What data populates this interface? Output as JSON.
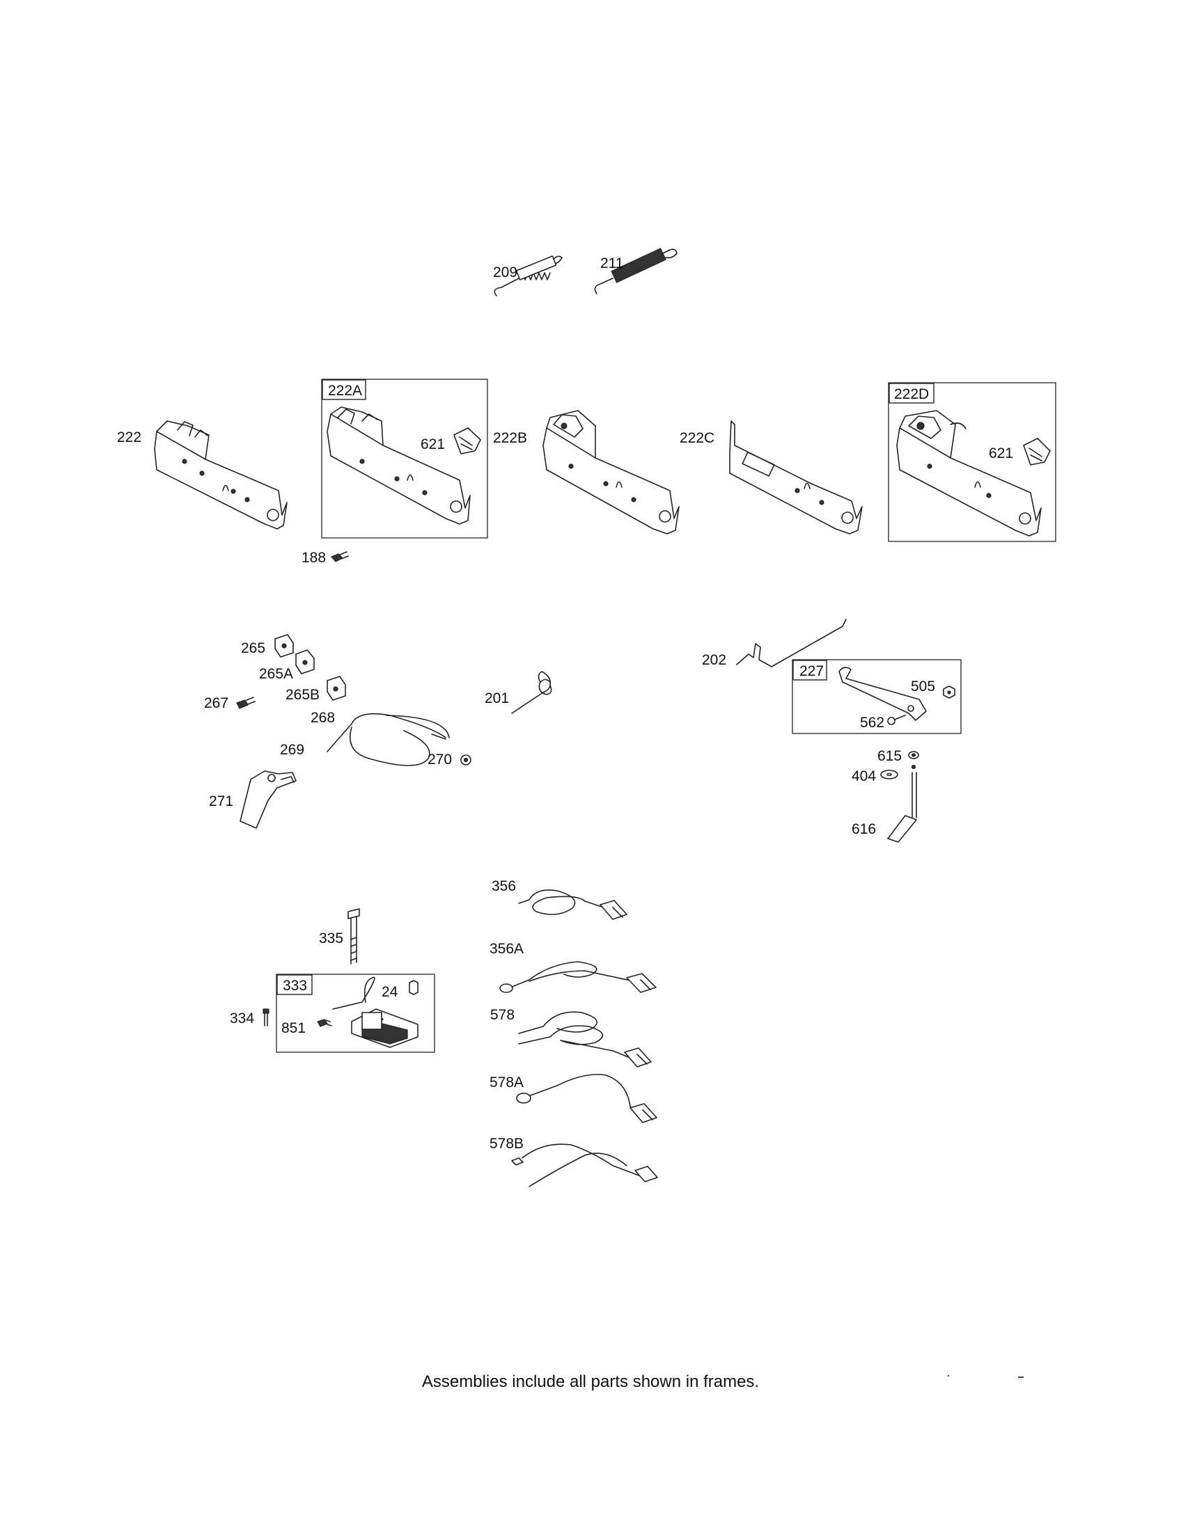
{
  "parts": {
    "p209": "209",
    "p211": "211",
    "p222": "222",
    "p222A": "222A",
    "p621a": "621",
    "p188": "188",
    "p222B": "222B",
    "p222C": "222C",
    "p222D": "222D",
    "p621b": "621",
    "p265": "265",
    "p265A": "265A",
    "p265B": "265B",
    "p267": "267",
    "p268": "268",
    "p269": "269",
    "p270": "270",
    "p271": "271",
    "p201": "201",
    "p202": "202",
    "p227": "227",
    "p505": "505",
    "p562": "562",
    "p615": "615",
    "p404": "404",
    "p616": "616",
    "p335": "335",
    "p333": "333",
    "p24": "24",
    "p334": "334",
    "p851": "851",
    "p356": "356",
    "p356A": "356A",
    "p578": "578",
    "p578A": "578A",
    "p578B": "578B"
  },
  "footer_note": "Assemblies include all parts shown in frames."
}
